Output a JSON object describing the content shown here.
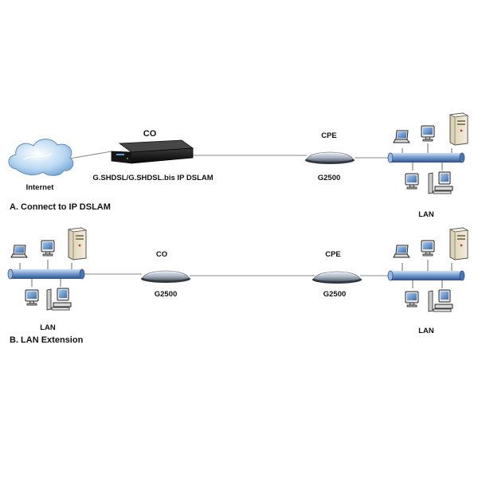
{
  "scenario_a": {
    "caption": "A. Connect to IP DSLAM",
    "internet_label": "Internet",
    "co_label": "CO",
    "dslam_label": "G.SHDSL/G.SHDSL.bis IP DSLAM",
    "cpe_label": "CPE",
    "cpe_model": "G2500",
    "lan_label": "LAN"
  },
  "scenario_b": {
    "caption": "B. LAN Extension",
    "left_lan_label": "LAN",
    "co_label": "CO",
    "co_model": "G2500",
    "cpe_label": "CPE",
    "cpe_model": "G2500",
    "right_lan_label": "LAN"
  },
  "icons": [
    "cloud-icon",
    "dslam-icon",
    "modem-icon",
    "lan-bus-icon",
    "laptop-icon",
    "monitor-icon",
    "server-icon",
    "desktop-icon"
  ]
}
